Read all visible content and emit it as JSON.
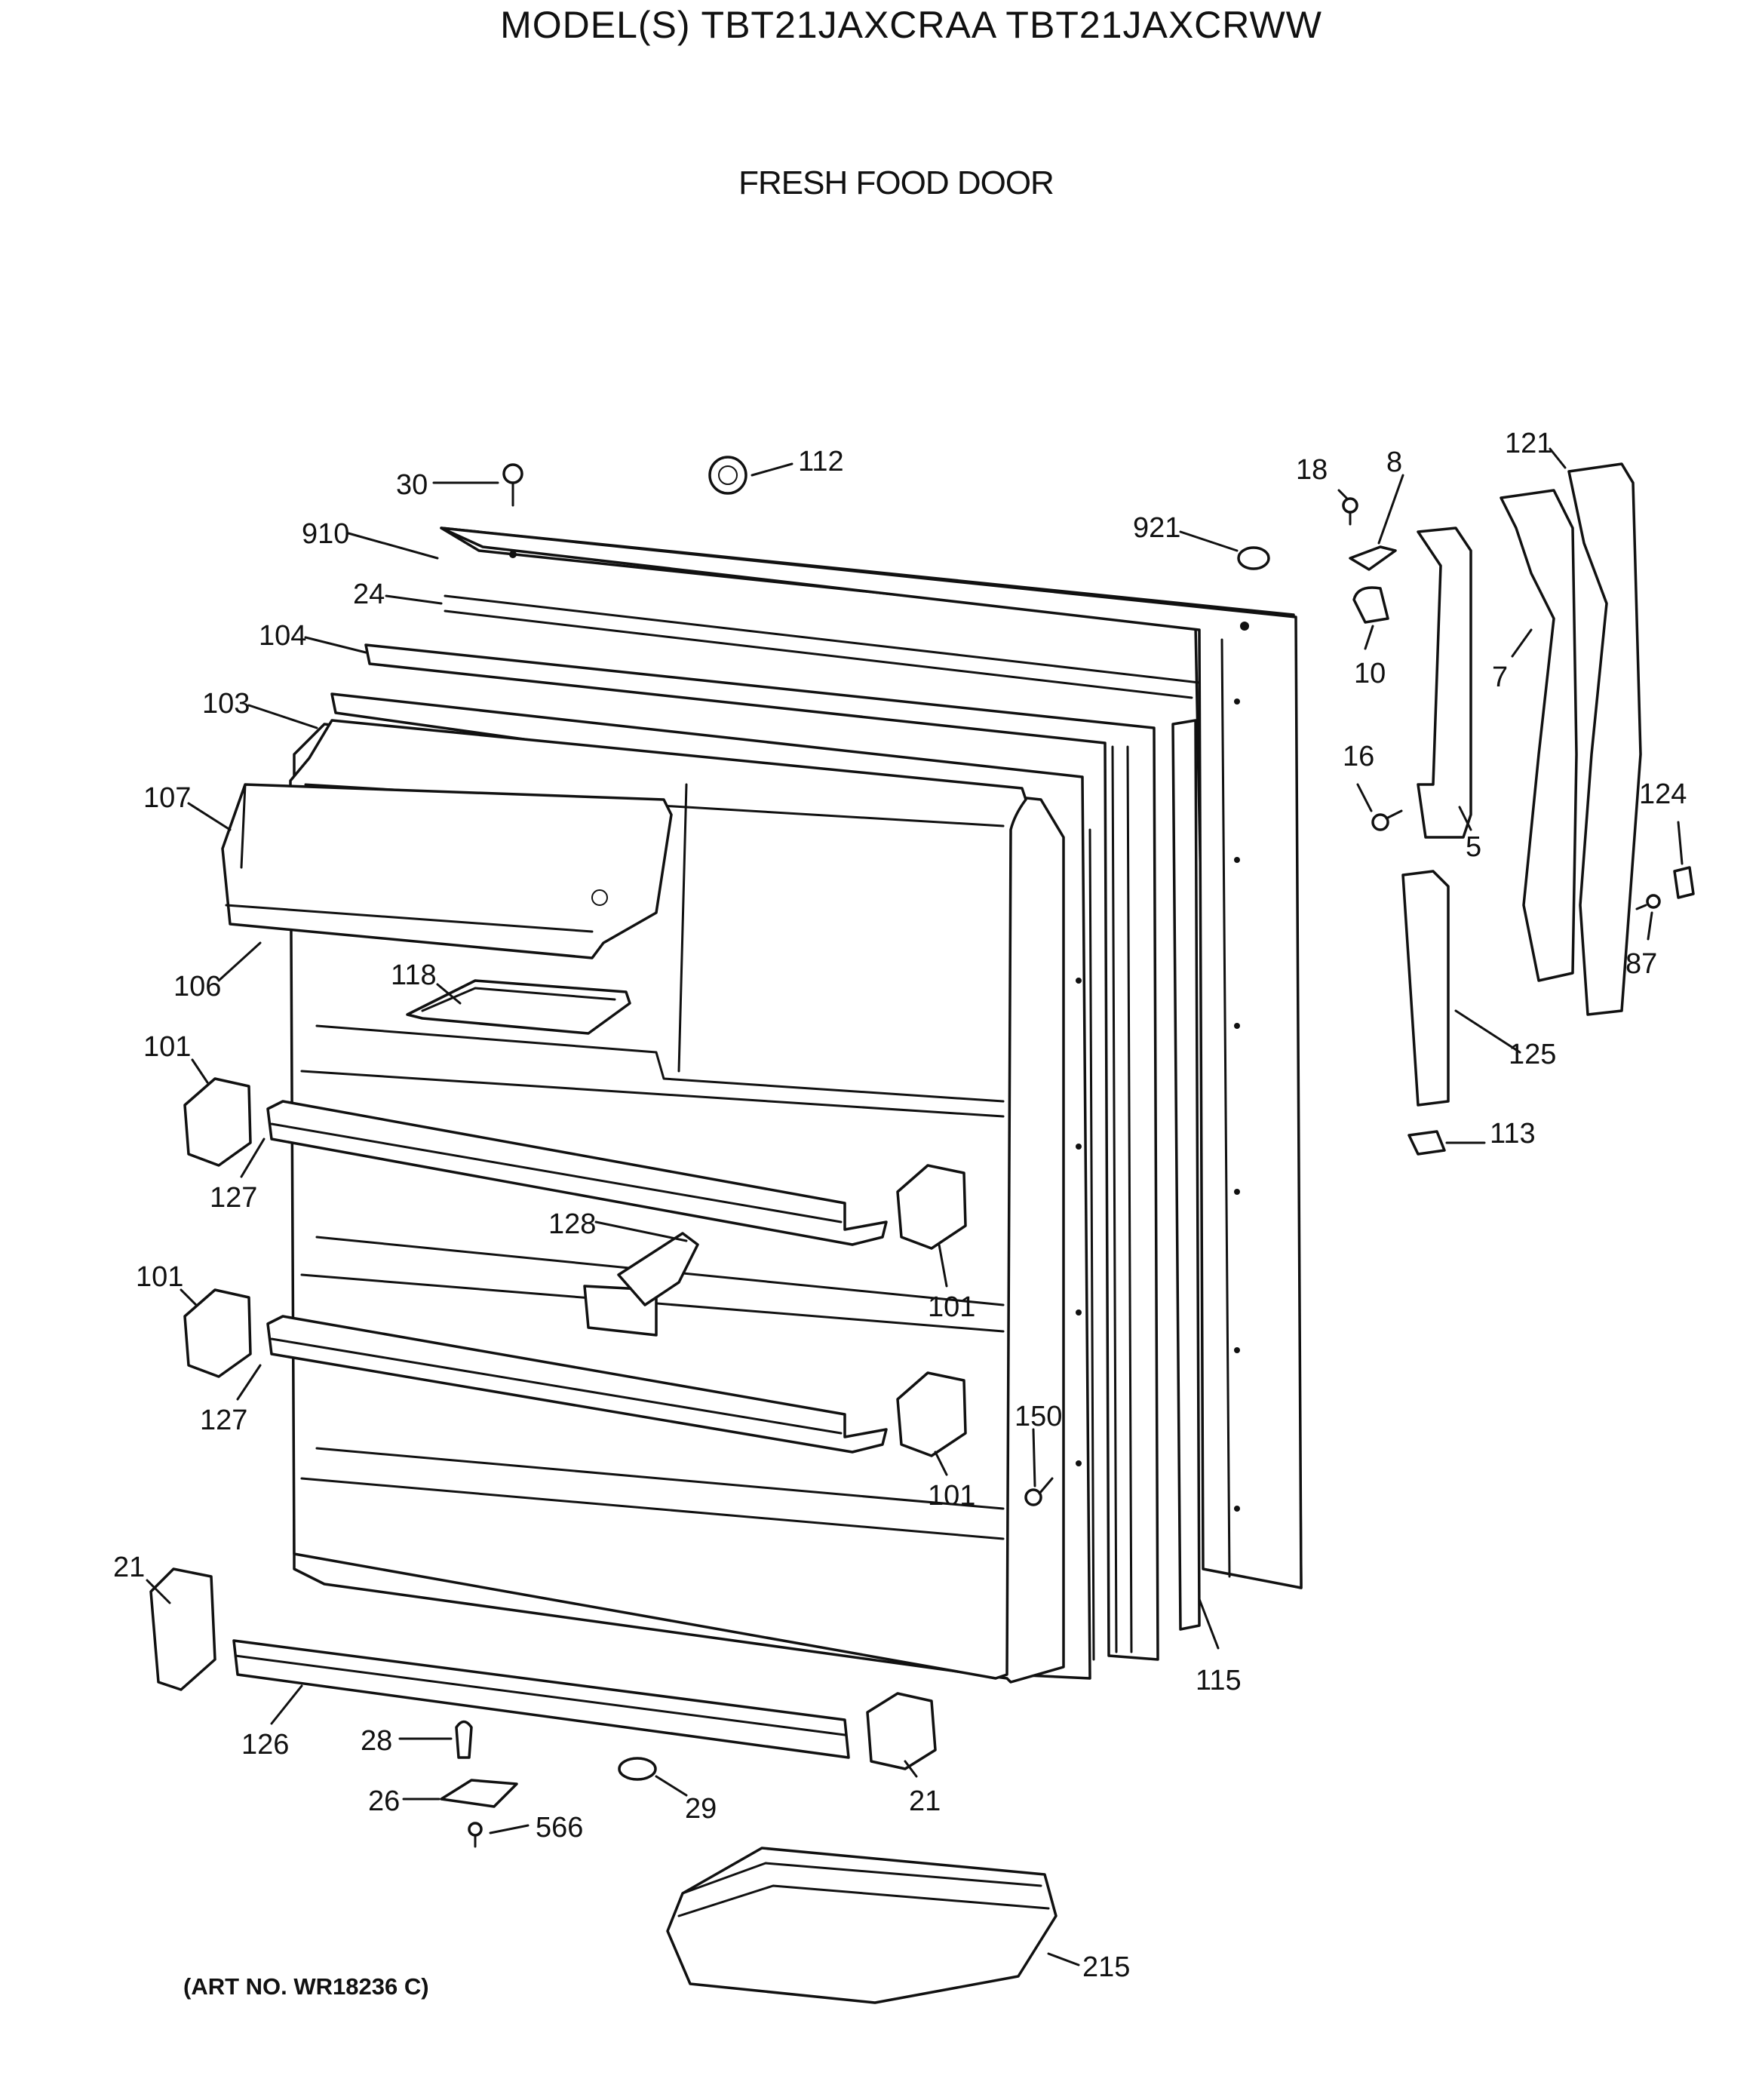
{
  "header": {
    "model_title": "MODEL(S) TBT21JAXCRAA  TBT21JAXCRWW",
    "section_title": "FRESH FOOD DOOR"
  },
  "footer": {
    "art_number": "(ART NO. WR18236 C)"
  },
  "callouts": [
    {
      "id": "30",
      "text": "30"
    },
    {
      "id": "112",
      "text": "112"
    },
    {
      "id": "910",
      "text": "910"
    },
    {
      "id": "24",
      "text": "24"
    },
    {
      "id": "104",
      "text": "104"
    },
    {
      "id": "103",
      "text": "103"
    },
    {
      "id": "107",
      "text": "107"
    },
    {
      "id": "106",
      "text": "106"
    },
    {
      "id": "118",
      "text": "118"
    },
    {
      "id": "101a",
      "text": "101"
    },
    {
      "id": "127a",
      "text": "127"
    },
    {
      "id": "128",
      "text": "128"
    },
    {
      "id": "101b",
      "text": "101"
    },
    {
      "id": "101c",
      "text": "101"
    },
    {
      "id": "127b",
      "text": "127"
    },
    {
      "id": "150",
      "text": "150"
    },
    {
      "id": "101d",
      "text": "101"
    },
    {
      "id": "21a",
      "text": "21"
    },
    {
      "id": "126",
      "text": "126"
    },
    {
      "id": "28",
      "text": "28"
    },
    {
      "id": "29",
      "text": "29"
    },
    {
      "id": "21b",
      "text": "21"
    },
    {
      "id": "26",
      "text": "26"
    },
    {
      "id": "566",
      "text": "566"
    },
    {
      "id": "215",
      "text": "215"
    },
    {
      "id": "115",
      "text": "115"
    },
    {
      "id": "921",
      "text": "921"
    },
    {
      "id": "18",
      "text": "18"
    },
    {
      "id": "8",
      "text": "8"
    },
    {
      "id": "10",
      "text": "10"
    },
    {
      "id": "16",
      "text": "16"
    },
    {
      "id": "5",
      "text": "5"
    },
    {
      "id": "121",
      "text": "121"
    },
    {
      "id": "7",
      "text": "7"
    },
    {
      "id": "124",
      "text": "124"
    },
    {
      "id": "87",
      "text": "87"
    },
    {
      "id": "125",
      "text": "125"
    },
    {
      "id": "113",
      "text": "113"
    }
  ]
}
